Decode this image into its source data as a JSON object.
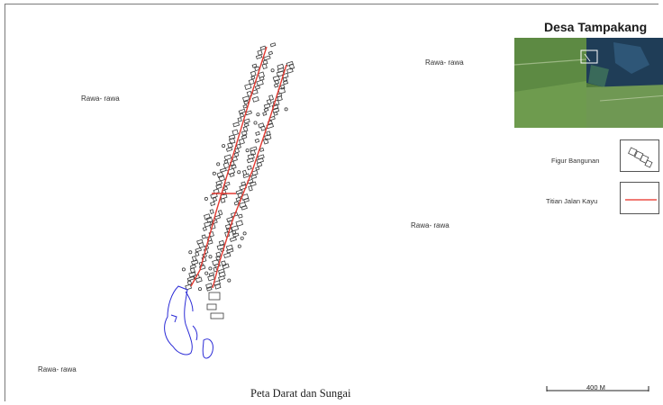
{
  "map": {
    "title": "Desa Tampakang",
    "caption": "Peta Darat dan Sungai",
    "area_labels": [
      "Rawa- rawa",
      "Rawa- rawa",
      "Rawa- rawa",
      "Rawa- rawa"
    ],
    "scale_label": "400 M"
  },
  "legend": {
    "items": [
      {
        "label": "Figur Bangunan",
        "symbol": "building-outline-icon"
      },
      {
        "label": "Titian Jalan Kayu",
        "symbol": "wooden-walkway-line-icon",
        "color": "#f07a74"
      }
    ]
  },
  "colors": {
    "walkway": "#e33a32",
    "buildings": "#3a3a3a",
    "river": "#2b2bd6"
  }
}
